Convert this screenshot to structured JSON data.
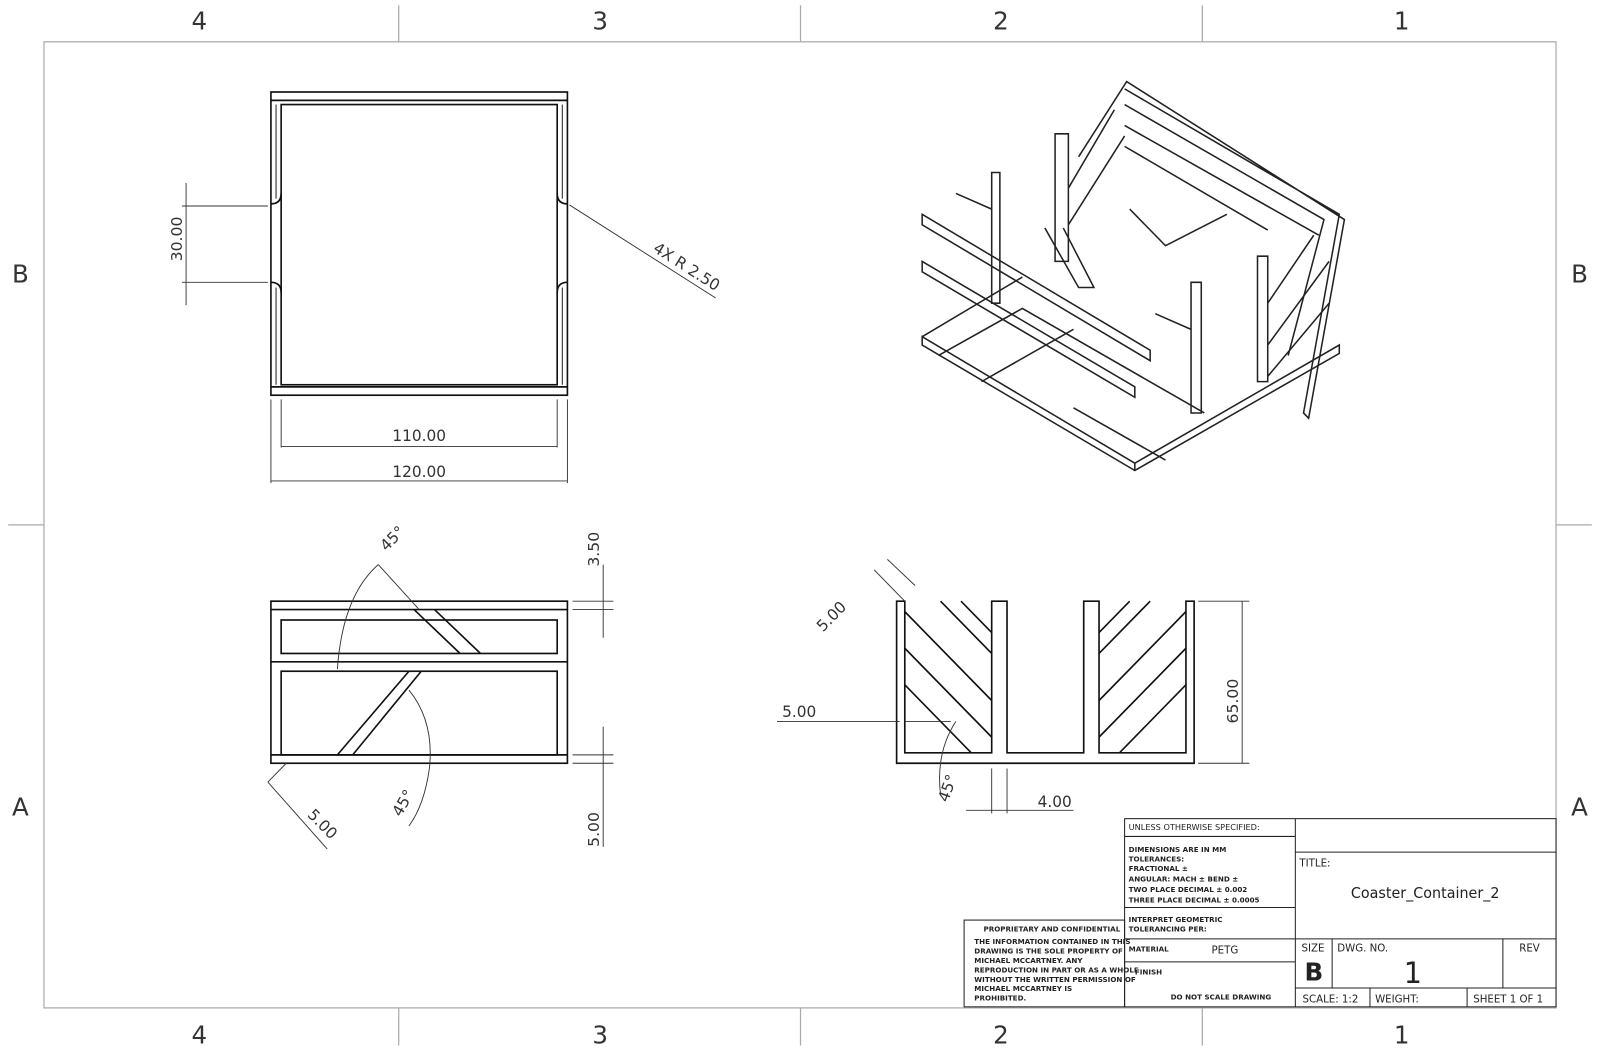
{
  "zones": {
    "columns": [
      "4",
      "3",
      "2",
      "1"
    ],
    "rows": [
      "B",
      "A"
    ]
  },
  "top_view": {
    "dim_30": "30.00",
    "dim_radius": "4X R 2.50",
    "dim_110": "110.00",
    "dim_120": "120.00"
  },
  "front_view": {
    "angle_top": "45°",
    "angle_bottom": "45°",
    "dim_350": "3.50",
    "dim_500_right": "5.00",
    "dim_500_diag": "5.00"
  },
  "side_view": {
    "dim_500_diag": "5.00",
    "dim_500_left": "5.00",
    "angle": "45°",
    "dim_400": "4.00",
    "dim_6500": "65.00"
  },
  "title_block": {
    "unless": "UNLESS OTHERWISE SPECIFIED:",
    "dims_lines": [
      "DIMENSIONS ARE IN MM",
      "TOLERANCES:",
      "FRACTIONAL ±",
      "ANGULAR: MACH ±    BEND ±",
      "TWO PLACE DECIMAL   ± 0.002",
      "THREE PLACE DECIMAL  ± 0.0005"
    ],
    "interpret_lines": [
      "INTERPRET GEOMETRIC",
      "TOLERANCING PER:"
    ],
    "material_label": "MATERIAL",
    "material": "PETG",
    "finish_label": "FINISH",
    "do_not_scale": "DO NOT SCALE DRAWING",
    "proprietary_title": "PROPRIETARY AND CONFIDENTIAL",
    "proprietary_lines": [
      "THE INFORMATION CONTAINED IN THIS",
      "DRAWING IS THE SOLE PROPERTY OF",
      "MICHAEL MCCARTNEY. ANY",
      "REPRODUCTION IN PART OR AS A WHOLE",
      "WITHOUT THE WRITTEN PERMISSION OF",
      "MICHAEL MCCARTNEY IS",
      "PROHIBITED."
    ],
    "title_label": "TITLE:",
    "title": "Coaster_Container_2",
    "size_label": "SIZE",
    "size": "B",
    "dwg_no_label": "DWG.  NO.",
    "dwg_no": "1",
    "rev_label": "REV",
    "scale": "SCALE: 1:2",
    "weight": "WEIGHT:",
    "sheet": "SHEET 1 OF 1"
  }
}
